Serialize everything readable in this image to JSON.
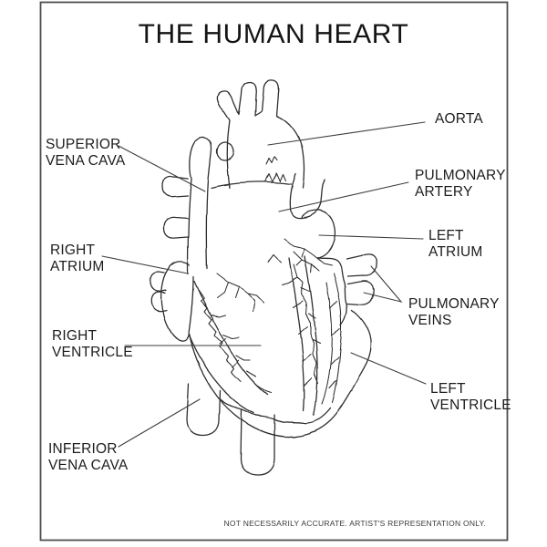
{
  "title": "THE HUMAN HEART",
  "disclaimer": "NOT NECESSARILY ACCURATE. ARTIST'S REPRESENTATION ONLY.",
  "colors": {
    "background": "#ffffff",
    "frame_border": "#4d4d4d",
    "line_art": "#2e2e2e",
    "leader_lines": "#3d3d3d",
    "label_text": "#1c1c1c"
  },
  "labels": {
    "superior_vena_cava": {
      "l1": "SUPERIOR",
      "l2": "VENA CAVA"
    },
    "right_atrium": {
      "l1": "RIGHT",
      "l2": "ATRIUM"
    },
    "right_ventricle": {
      "l1": "RIGHT",
      "l2": "VENTRICLE"
    },
    "inferior_vena_cava": {
      "l1": "INFERIOR",
      "l2": "VENA CAVA"
    },
    "aorta": {
      "l1": "AORTA"
    },
    "pulmonary_artery": {
      "l1": "PULMONARY",
      "l2": "ARTERY"
    },
    "left_atrium": {
      "l1": "LEFT",
      "l2": "ATRIUM"
    },
    "pulmonary_veins": {
      "l1": "PULMONARY",
      "l2": "VEINS"
    },
    "left_ventricle": {
      "l1": "LEFT",
      "l2": "VENTRICLE"
    }
  }
}
